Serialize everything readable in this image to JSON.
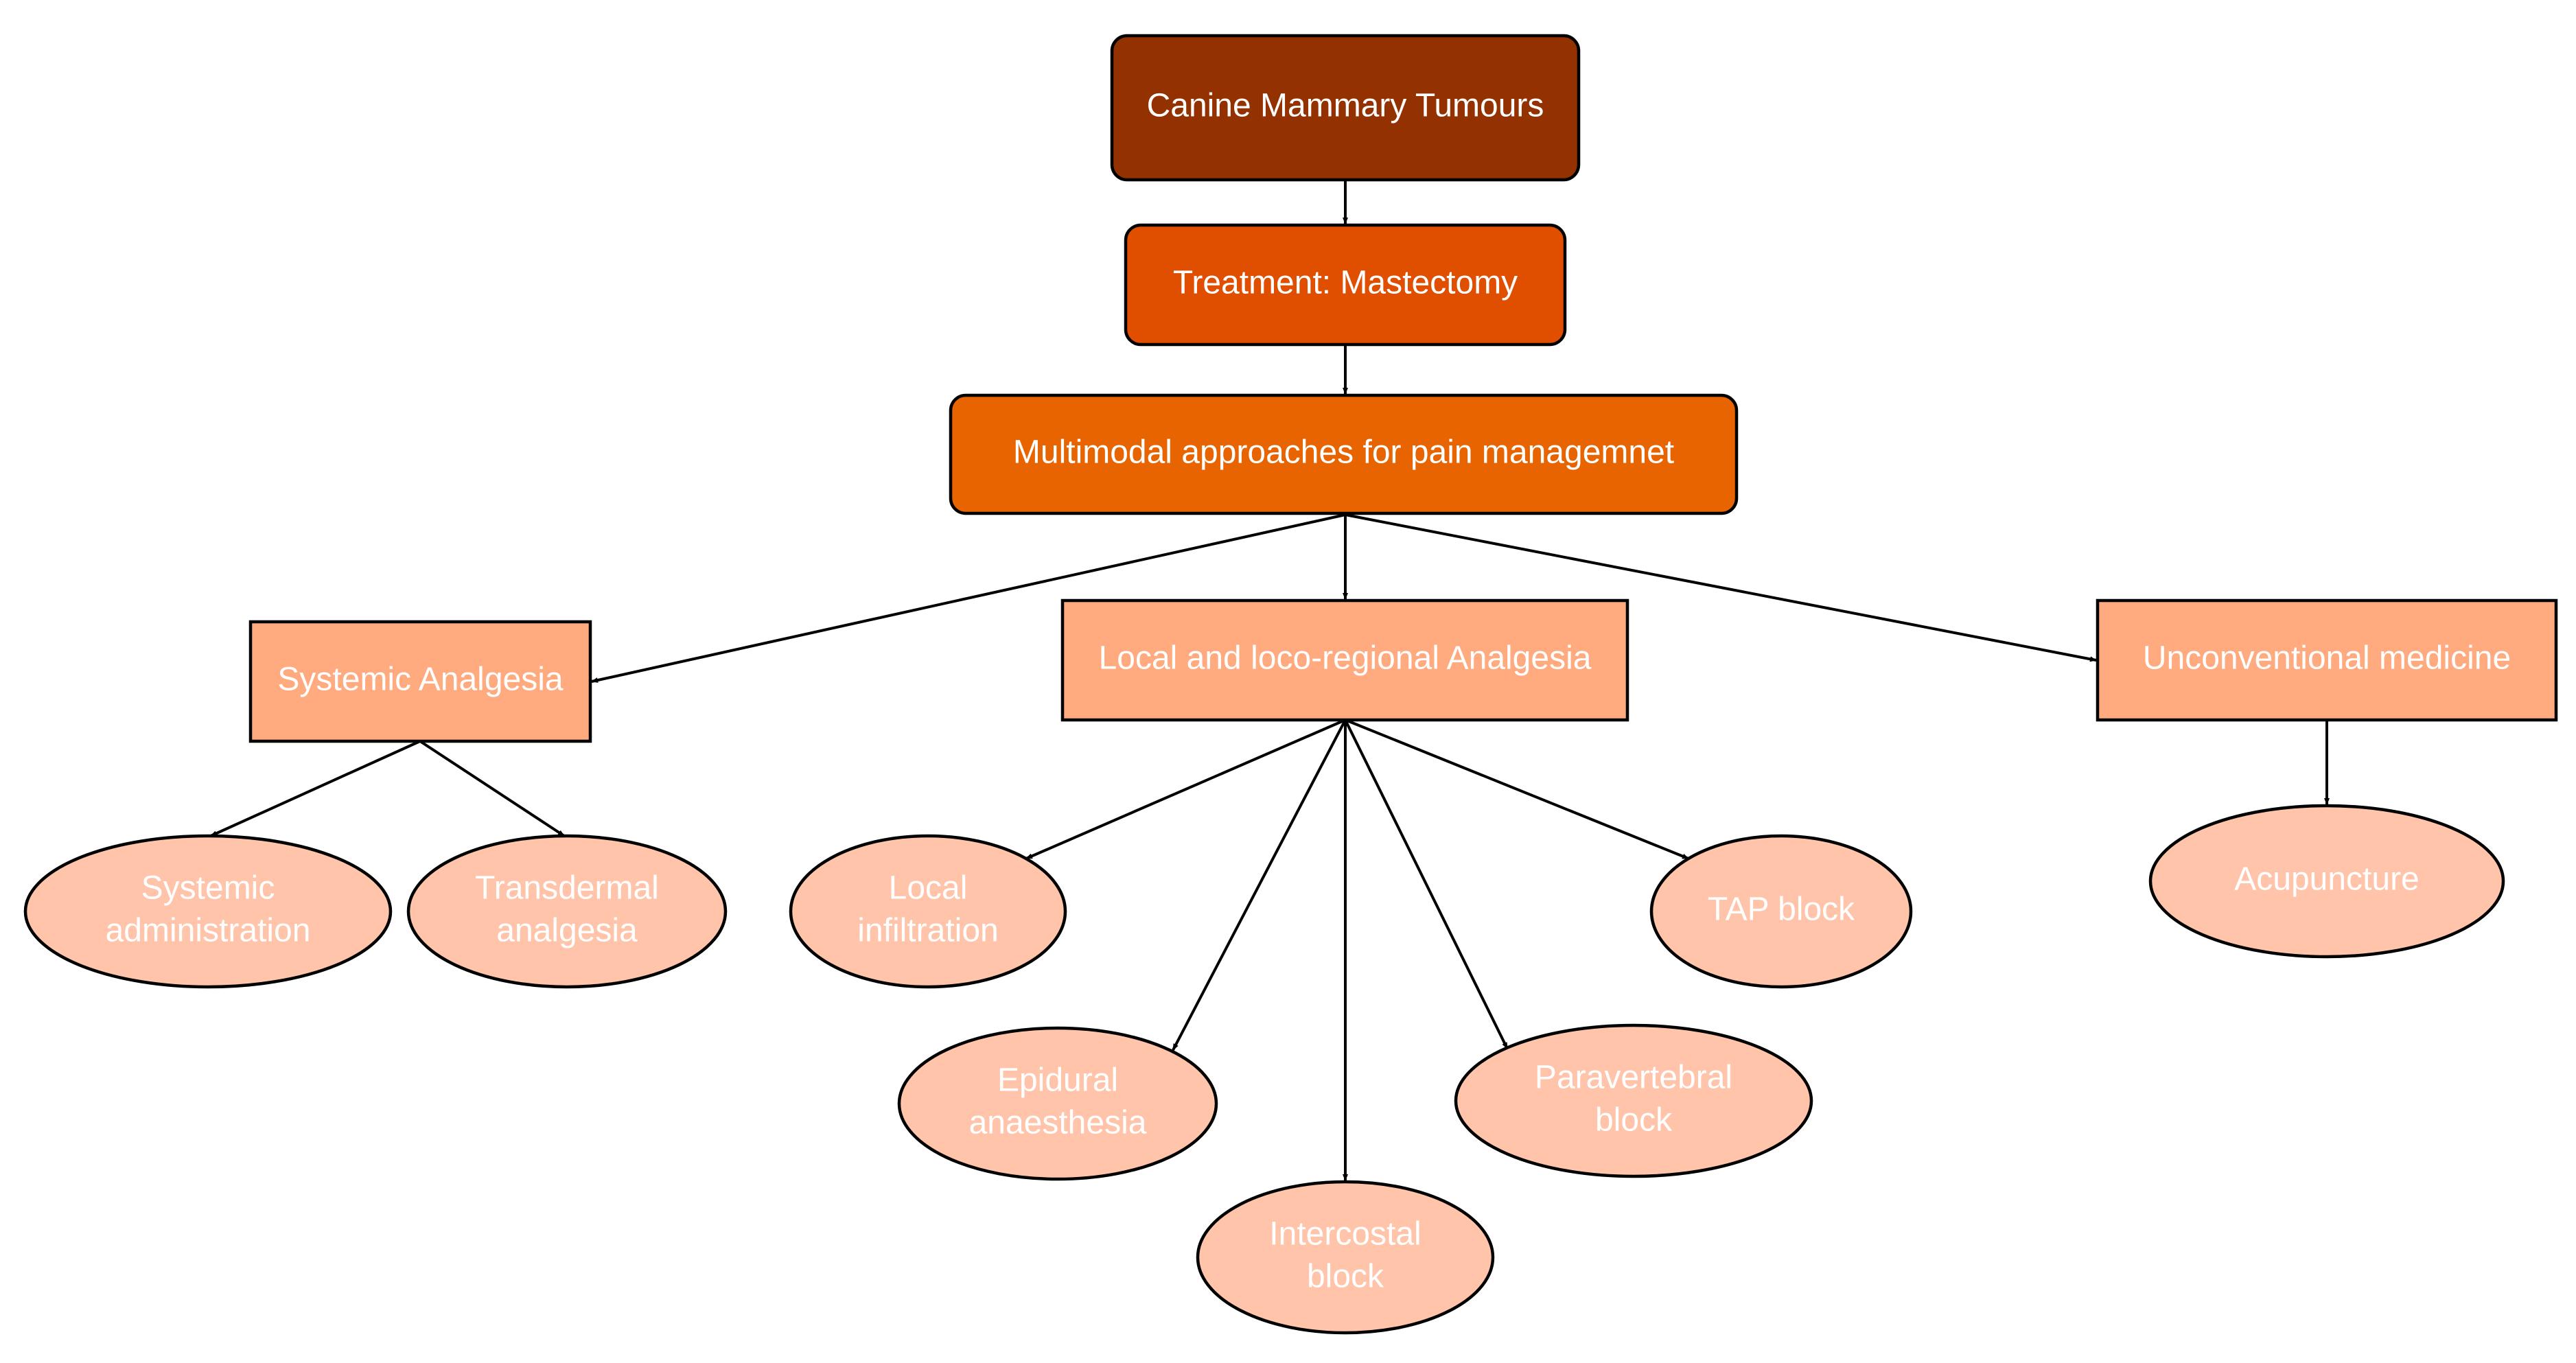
{
  "colors": {
    "level1_fill": "#943100",
    "level2_fill": "#E04F00",
    "level3_fill": "#E86400",
    "category_fill": "#FFAA7F",
    "leaf_fill": "#FFC4AA",
    "text": "#FFFFFF",
    "edge": "#000000"
  },
  "nodes": {
    "root": {
      "lines": [
        "Canine Mammary Tumours"
      ]
    },
    "treatment": {
      "lines": [
        "Treatment: Mastectomy"
      ]
    },
    "multimodal": {
      "lines": [
        "Multimodal approaches for pain managemnet"
      ]
    },
    "systemic": {
      "lines": [
        "Systemic Analgesia"
      ]
    },
    "local": {
      "lines": [
        "Local and loco-regional Analgesia"
      ]
    },
    "unconventional": {
      "lines": [
        "Unconventional medicine"
      ]
    },
    "systemic_admin": {
      "lines": [
        "Systemic",
        "administration"
      ]
    },
    "transdermal": {
      "lines": [
        "Transdermal",
        "analgesia"
      ]
    },
    "local_infiltration": {
      "lines": [
        "Local",
        "infiltration"
      ]
    },
    "epidural": {
      "lines": [
        "Epidural",
        "anaesthesia"
      ]
    },
    "intercostal": {
      "lines": [
        "Intercostal",
        "block"
      ]
    },
    "paravertebral": {
      "lines": [
        "Paravertebral",
        "block"
      ]
    },
    "tap": {
      "lines": [
        "TAP block"
      ]
    },
    "acupuncture": {
      "lines": [
        "Acupuncture"
      ]
    }
  },
  "edges": [
    [
      "root",
      "treatment"
    ],
    [
      "treatment",
      "multimodal"
    ],
    [
      "multimodal",
      "systemic"
    ],
    [
      "multimodal",
      "local"
    ],
    [
      "multimodal",
      "unconventional"
    ],
    [
      "systemic",
      "systemic_admin"
    ],
    [
      "systemic",
      "transdermal"
    ],
    [
      "local",
      "local_infiltration"
    ],
    [
      "local",
      "epidural"
    ],
    [
      "local",
      "intercostal"
    ],
    [
      "local",
      "paravertebral"
    ],
    [
      "local",
      "tap"
    ],
    [
      "unconventional",
      "acupuncture"
    ]
  ]
}
